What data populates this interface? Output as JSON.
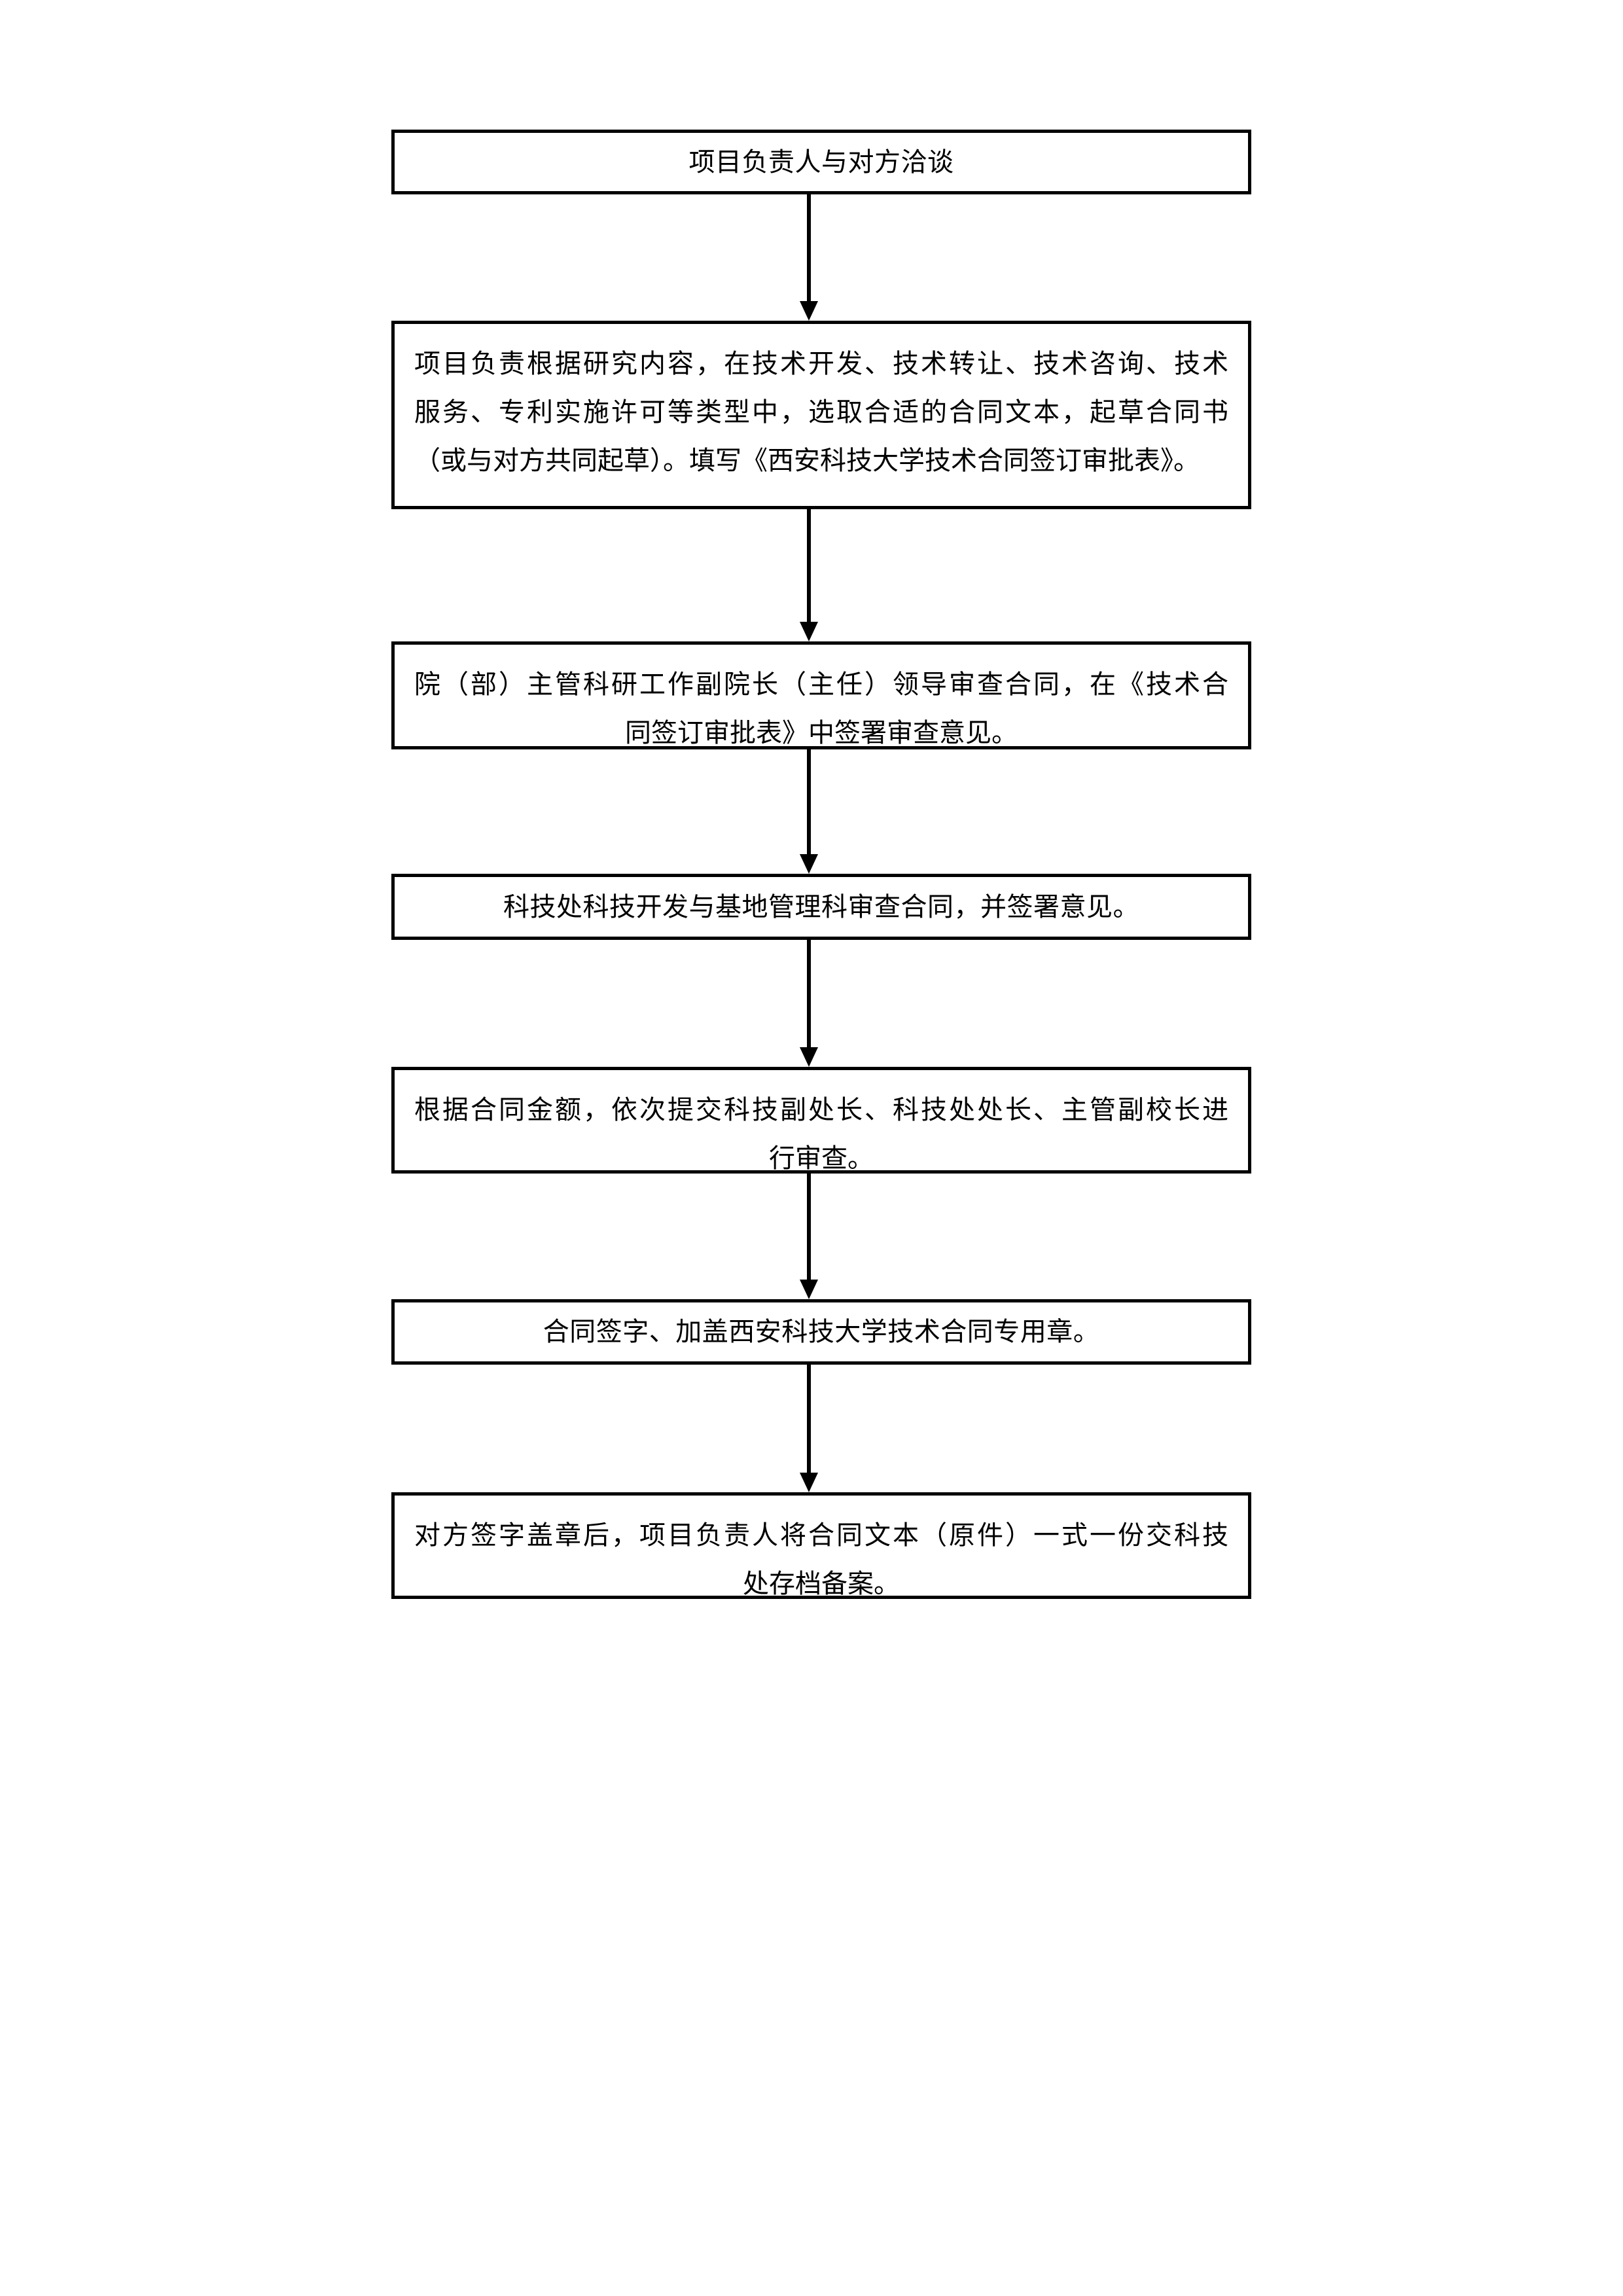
{
  "document": {
    "type": "flowchart",
    "orientation": "vertical-top-down",
    "background_color": "#ffffff",
    "line_color": "#000000",
    "text_color": "#000000"
  },
  "flowchart": {
    "nodes": [
      {
        "id": "step-1",
        "shape": "rectangle",
        "text": "项目负责人与对方洽谈",
        "lines": [
          "项目负责人与对方洽谈"
        ],
        "align": "center"
      },
      {
        "id": "step-2",
        "shape": "rectangle",
        "text": "项目负责根据研究内容，在技术开发、技术转让、技术咨询、技术服务、专利实施许可等类型中，选取合适的合同文本，起草合同书（或与对方共同起草）。填写《西安科技大学技术合同签订审批表》。",
        "lines": [
          "项目负责根据研究内容，在技术开发、技术转让、技术咨询、技术",
          "服务、专利实施许可等类型中，选取合适的合同文本，起草合同书",
          "（或与对方共同起草）。填写《西安科技大学技术合同签订审批表》。"
        ],
        "align": "justify"
      },
      {
        "id": "step-3",
        "shape": "rectangle",
        "text": "院（部）主管科研工作副院长（主任）领导审查合同，在《技术合同签订审批表》中签署审查意见。",
        "lines": [
          "院（部）主管科研工作副院长（主任）领导审查合同，在《技术合",
          "同签订审批表》中签署审查意见。"
        ],
        "align": "justify-then-center"
      },
      {
        "id": "step-4",
        "shape": "rectangle",
        "text": "科技处科技开发与基地管理科审查合同，并签署意见。",
        "lines": [
          "科技处科技开发与基地管理科审查合同，并签署意见。"
        ],
        "align": "center"
      },
      {
        "id": "step-5",
        "shape": "rectangle",
        "text": "根据合同金额，依次提交科技副处长、科技处处长、主管副校长进行审查。",
        "lines": [
          "根据合同金额，依次提交科技副处长、科技处处长、主管副校长进",
          "行审查。"
        ],
        "align": "justify-then-center"
      },
      {
        "id": "step-6",
        "shape": "rectangle",
        "text": "合同签字、加盖西安科技大学技术合同专用章。",
        "lines": [
          "合同签字、加盖西安科技大学技术合同专用章。"
        ],
        "align": "center"
      },
      {
        "id": "step-7",
        "shape": "rectangle",
        "text": "对方签字盖章后，项目负责人将合同文本（原件）一式一份交科技处存档备案。",
        "lines": [
          "对方签字盖章后，项目负责人将合同文本（原件）一式一份交科技",
          "处存档备案。"
        ],
        "align": "justify-then-center"
      }
    ],
    "edges": [
      {
        "id": "edge-1-2",
        "from": "step-1",
        "to": "step-2",
        "style": "solid-arrow-down"
      },
      {
        "id": "edge-2-3",
        "from": "step-2",
        "to": "step-3",
        "style": "solid-arrow-down"
      },
      {
        "id": "edge-3-4",
        "from": "step-3",
        "to": "step-4",
        "style": "solid-arrow-down"
      },
      {
        "id": "edge-4-5",
        "from": "step-4",
        "to": "step-5",
        "style": "solid-arrow-down"
      },
      {
        "id": "edge-5-6",
        "from": "step-5",
        "to": "step-6",
        "style": "solid-arrow-down"
      },
      {
        "id": "edge-6-7",
        "from": "step-6",
        "to": "step-7",
        "style": "solid-arrow-down"
      }
    ]
  }
}
